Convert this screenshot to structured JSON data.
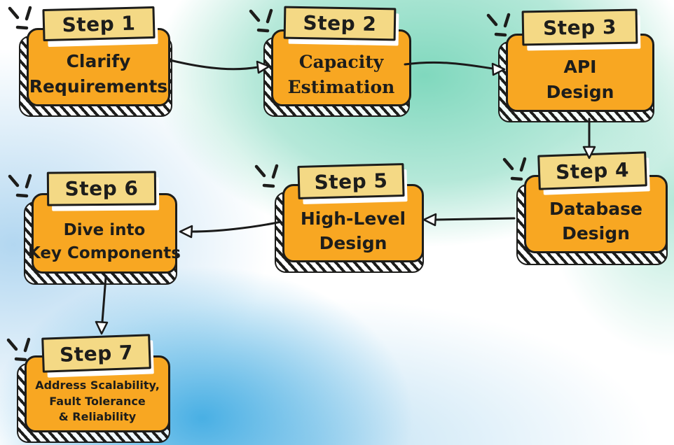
{
  "colors": {
    "card-fill": "#F8A722",
    "label-fill": "#F4D985",
    "ink": "#1D1D1B",
    "arrow": "#1A1A1A",
    "bg-teal": "#79D6BA",
    "bg-blue": "#41ACE3",
    "bg-lightblue": "#A5D0EE"
  },
  "steps": [
    {
      "label": "Step 1",
      "lines": [
        "Clarify",
        "Requirements"
      ]
    },
    {
      "label": "Step 2",
      "lines": [
        "Capacity",
        "Estimation"
      ]
    },
    {
      "label": "Step 3",
      "lines": [
        "API",
        "Design"
      ]
    },
    {
      "label": "Step 4",
      "lines": [
        "Database",
        "Design"
      ]
    },
    {
      "label": "Step 5",
      "lines": [
        "High-Level",
        "Design"
      ]
    },
    {
      "label": "Step 6",
      "lines": [
        "Dive into",
        "Key Components"
      ]
    },
    {
      "label": "Step 7",
      "lines": [
        "Address Scalability,",
        "Fault Tolerance",
        "& Reliability"
      ]
    }
  ],
  "arrows": [
    {
      "from": "Step 1",
      "to": "Step 2"
    },
    {
      "from": "Step 2",
      "to": "Step 3"
    },
    {
      "from": "Step 3",
      "to": "Step 4"
    },
    {
      "from": "Step 4",
      "to": "Step 5"
    },
    {
      "from": "Step 5",
      "to": "Step 6"
    },
    {
      "from": "Step 6",
      "to": "Step 7"
    }
  ]
}
